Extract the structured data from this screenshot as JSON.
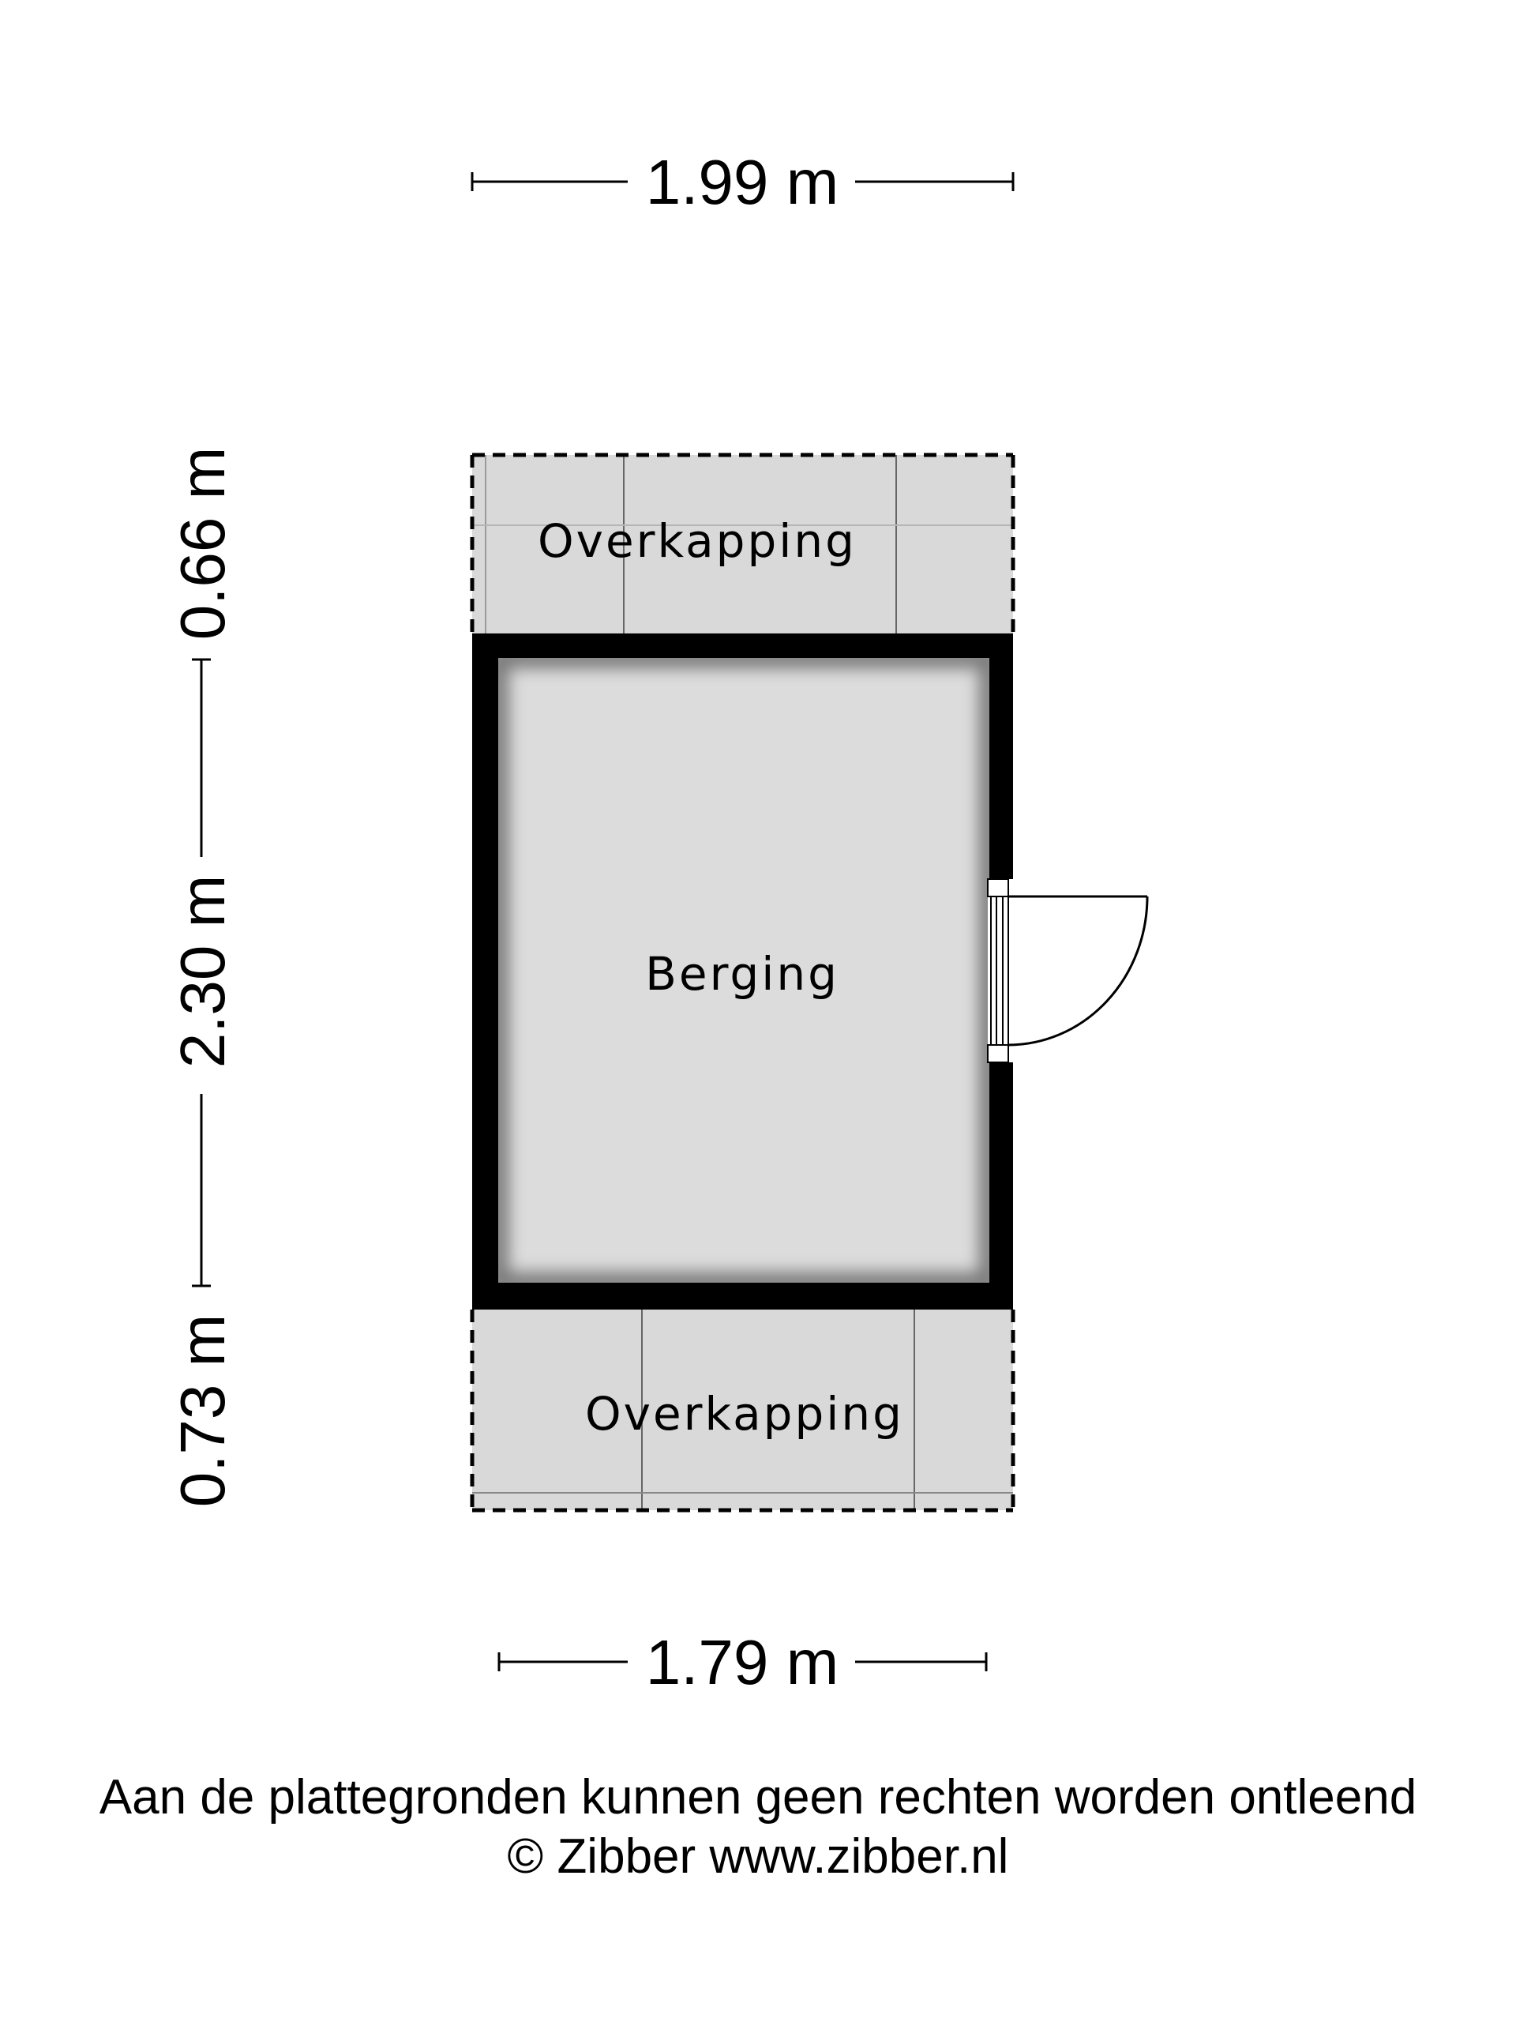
{
  "dimensions": {
    "top_width": "1.99 m",
    "bottom_width": "1.79 m",
    "left_top": "0.66 m",
    "left_middle": "2.30 m",
    "left_bottom": "0.73 m"
  },
  "rooms": {
    "top_canopy": "Overkapping",
    "storage": "Berging",
    "bottom_canopy": "Overkapping"
  },
  "footer": {
    "disclaimer": "Aan de plattegronden kunnen geen rechten worden ontleend",
    "copyright": "© Zibber www.zibber.nl"
  },
  "colors": {
    "wall": "#000000",
    "floor": "#dcdcdc",
    "canopy": "#d9d9d9",
    "background": "#ffffff"
  }
}
